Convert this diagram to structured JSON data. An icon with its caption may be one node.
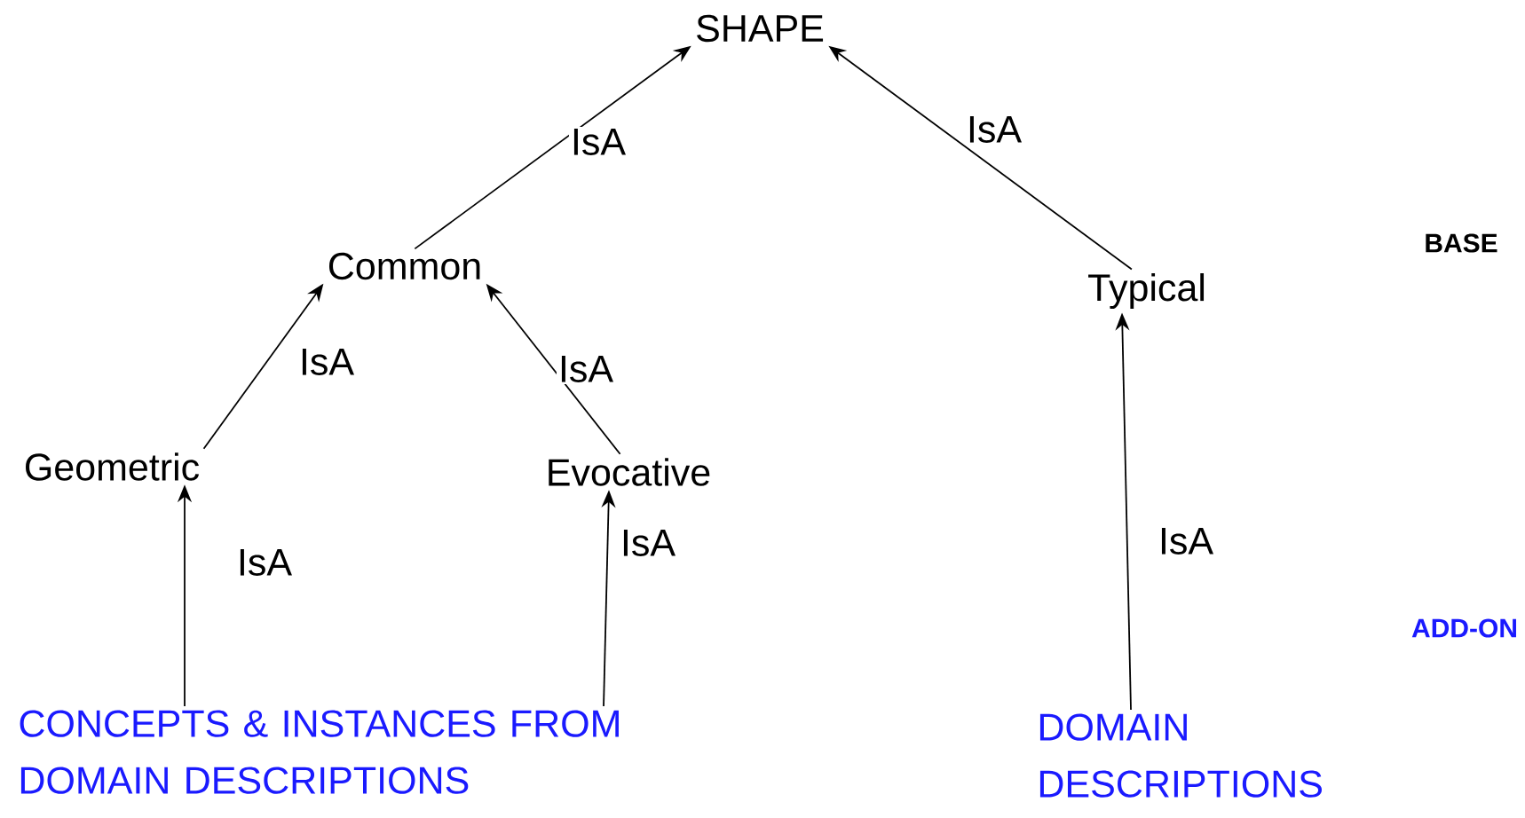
{
  "diagram": {
    "nodes": [
      {
        "text": [
          "SHAPE"
        ]
      },
      {
        "text": [
          "Common"
        ]
      },
      {
        "text": [
          "Typical"
        ]
      },
      {
        "text": [
          "Geometric"
        ]
      },
      {
        "text": [
          "Evocative"
        ]
      },
      {
        "text": [
          "CONCEPTS & INSTANCES FROM DOMAIN DESCRIPTIONS"
        ]
      },
      {
        "text": [
          "DOMAIN DESCRIPTIONS"
        ]
      }
    ],
    "edges": [
      {
        "from": 1,
        "to": 0,
        "arrow": "to",
        "label": "IsA"
      },
      {
        "from": 2,
        "to": 0,
        "arrow": "to",
        "label": "IsA"
      },
      {
        "from": 3,
        "to": 1,
        "arrow": "to",
        "label": "IsA"
      },
      {
        "from": 4,
        "to": 1,
        "arrow": "to",
        "label": "IsA"
      },
      {
        "from": 5,
        "to": 3,
        "arrow": "to",
        "label": "IsA"
      },
      {
        "from": 5,
        "to": 4,
        "arrow": "to",
        "label": "IsA"
      },
      {
        "from": 6,
        "to": 2,
        "arrow": "to",
        "label": "IsA"
      }
    ],
    "labels": [
      "BASE",
      "ADD-ON"
    ]
  }
}
